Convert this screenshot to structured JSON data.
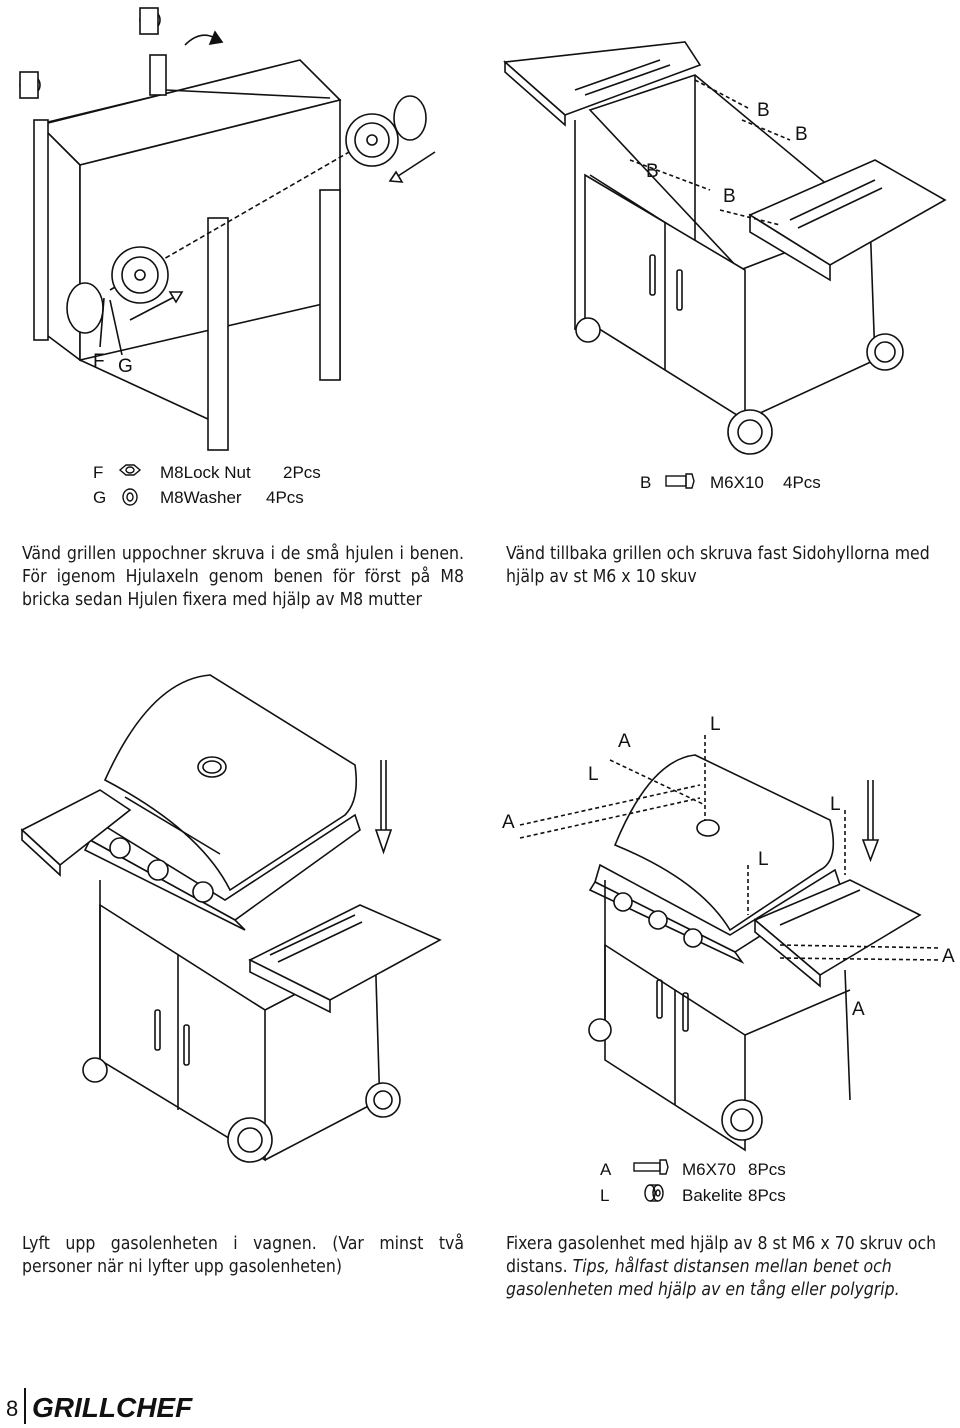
{
  "step1": {
    "callouts": [
      "F",
      "G"
    ],
    "parts": [
      {
        "code": "F",
        "name": "M8Lock Nut",
        "qty": "2Pcs",
        "icon": "lock-nut-icon"
      },
      {
        "code": "G",
        "name": "M8Washer",
        "qty": "4Pcs",
        "icon": "washer-icon"
      }
    ],
    "caption": "Vänd grillen uppochner skruva i de små hjulen i benen. För igenom Hjulaxeln genom benen för först på M8 bricka sedan Hjulen fixera med hjälp av M8 mutter"
  },
  "step2": {
    "callouts": [
      "B",
      "B",
      "B",
      "B"
    ],
    "parts": [
      {
        "code": "B",
        "name": "M6X10",
        "qty": "4Pcs",
        "icon": "bolt-icon"
      }
    ],
    "caption": "Vänd tillbaka grillen och skruva fast Sidohyllorna med hjälp av st M6 x 10 skuv"
  },
  "step3": {
    "caption": "Lyft upp gasolenheten i vagnen. (Var minst två personer när ni lyfter upp gasolenheten)"
  },
  "step4": {
    "callouts_A": [
      "A",
      "A",
      "A",
      "A"
    ],
    "callouts_L": [
      "L",
      "L",
      "L",
      "L"
    ],
    "parts": [
      {
        "code": "A",
        "name": "M6X70",
        "qty": "8Pcs",
        "icon": "long-bolt-icon"
      },
      {
        "code": "L",
        "name": "Bakelite",
        "qty": "8Pcs",
        "icon": "spacer-icon"
      }
    ],
    "caption_plain": "Fixera gasolenhet med hjälp av 8 st M6 x 70 skruv och distans.",
    "caption_italic": "Tips, hålfast distansen mellan benet och gasolenheten med hjälp av en tång eller polygrip."
  },
  "footer": {
    "page_number": "8",
    "brand": "GRILLCHEF"
  }
}
